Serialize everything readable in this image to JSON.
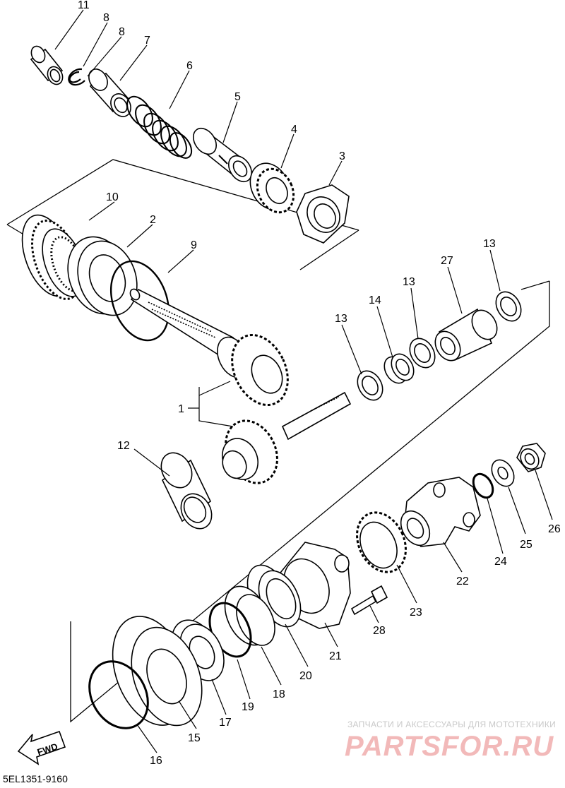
{
  "diagram": {
    "part_numbers": [
      "11",
      "8",
      "8",
      "7",
      "6",
      "5",
      "4",
      "3",
      "10",
      "2",
      "9",
      "13",
      "27",
      "13",
      "14",
      "13",
      "1",
      "12",
      "26",
      "25",
      "24",
      "22",
      "23",
      "28",
      "21",
      "20",
      "18",
      "19",
      "17",
      "15",
      "16"
    ],
    "catalog_code": "5EL1351-9160",
    "fwd_label": "FWD"
  },
  "watermark": {
    "tagline": "ЗАПЧАСТИ И АКСЕССУАРЫ ДЛЯ МОТОТЕХНИКИ",
    "brand": "PARTSFOR.RU",
    "color": "#e06060"
  }
}
